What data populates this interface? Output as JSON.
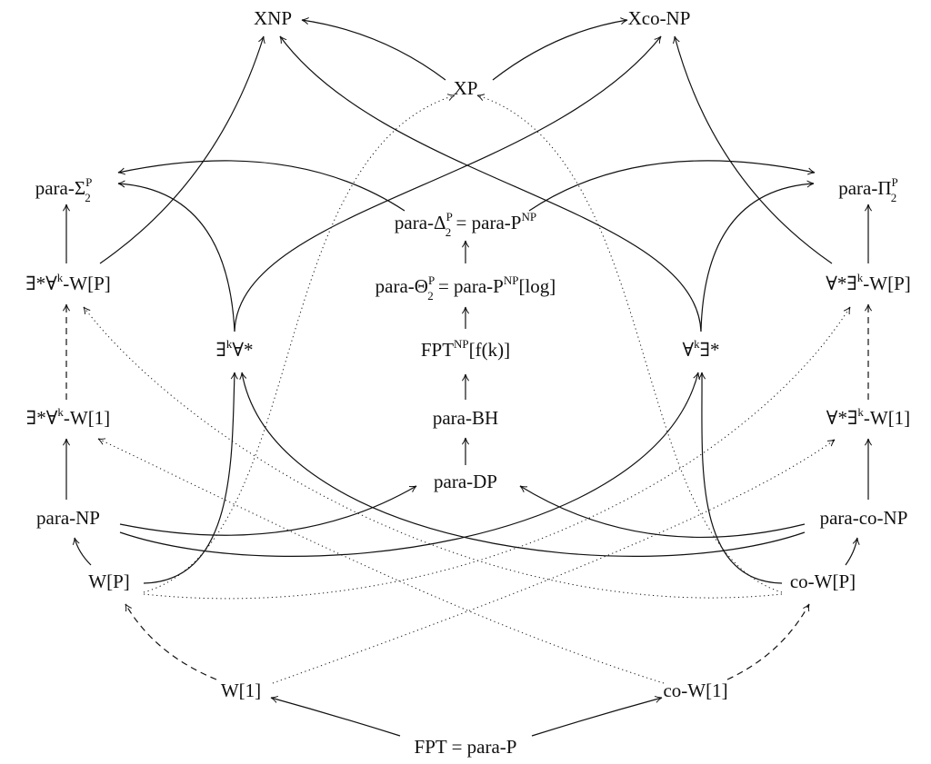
{
  "nodes": {
    "xnp": "XNP",
    "xconp": "Xco-NP",
    "xp": "XP",
    "sigma": {
      "base": "para-Σ",
      "sup": "P",
      "sub": "2"
    },
    "pi": {
      "base": "para-Π",
      "sup": "P",
      "sub": "2"
    },
    "delta": {
      "base": "para-Δ",
      "sup": "P",
      "sub": "2",
      "rest": " = para-P",
      "rest_sup": "NP"
    },
    "theta": {
      "base": "para-Θ",
      "sup": "P",
      "sub": "2",
      "rest": " = para-P",
      "rest_sup": "NP",
      "tail": "[log]"
    },
    "ewp": {
      "a": "∃*∀",
      "sup": "k",
      "b": "-W[P]"
    },
    "awp": {
      "a": "∀*∃",
      "sup": "k",
      "b": "-W[P]"
    },
    "ea": {
      "a": "∃",
      "sup": "k",
      "b": "∀*"
    },
    "ae": {
      "a": "∀",
      "sup": "k",
      "b": "∃*"
    },
    "fptnp": {
      "a": "FPT",
      "sup": "NP",
      "b": "[f(k)]"
    },
    "ew1": {
      "a": "∃*∀",
      "sup": "k",
      "b": "-W[1]"
    },
    "aw1": {
      "a": "∀*∃",
      "sup": "k",
      "b": "-W[1]"
    },
    "bh": "para-BH",
    "dp": "para-DP",
    "np": "para-NP",
    "conp": "para-co-NP",
    "wp": "W[P]",
    "cowp": "co-W[P]",
    "w1": "W[1]",
    "cow1": "co-W[1]",
    "fpt": "FPT = para-P"
  }
}
